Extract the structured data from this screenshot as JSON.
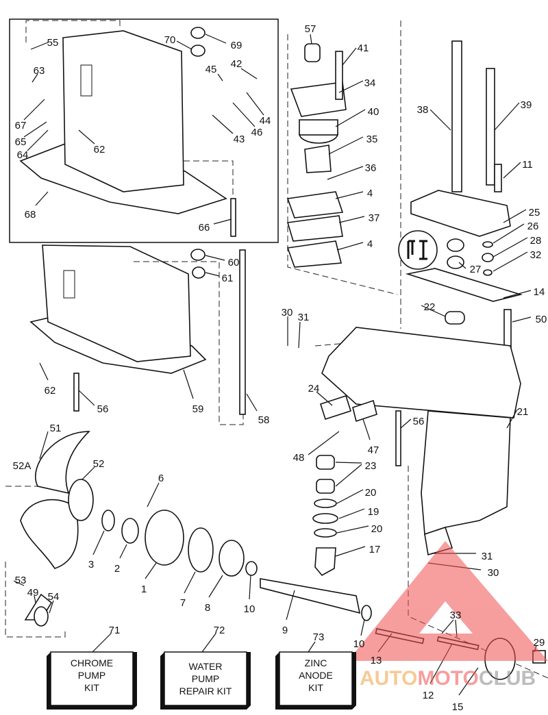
{
  "labels": [
    "55",
    "63",
    "67",
    "65",
    "64",
    "62",
    "68",
    "70",
    "69",
    "45",
    "42",
    "44",
    "46",
    "43",
    "66",
    "57",
    "41",
    "34",
    "40",
    "35",
    "36",
    "4",
    "37",
    "4",
    "38",
    "39",
    "11",
    "25",
    "26",
    "28",
    "27",
    "32",
    "14",
    "60",
    "61",
    "30",
    "31",
    "22",
    "50",
    "62",
    "56",
    "59",
    "58",
    "24",
    "21",
    "56",
    "48",
    "47",
    "23",
    "20",
    "19",
    "20",
    "17",
    "51",
    "52A",
    "52",
    "6",
    "3",
    "2",
    "1",
    "7",
    "8",
    "10",
    "9",
    "31",
    "30",
    "33",
    "53",
    "49",
    "54",
    "71",
    "72",
    "73",
    "10",
    "13",
    "12",
    "15",
    "29"
  ],
  "kits": {
    "chrome_pump": [
      "CHROME",
      "PUMP",
      "KIT"
    ],
    "water_pump_repair": [
      "WATER",
      "PUMP",
      "REPAIR KIT"
    ],
    "zinc_anode": [
      "ZINC",
      "ANODE",
      "KIT"
    ]
  },
  "watermark": {
    "text_a": "AUTO",
    "text_b": "MOTO",
    "text_c": "CLUB",
    "color": "#f05050"
  }
}
